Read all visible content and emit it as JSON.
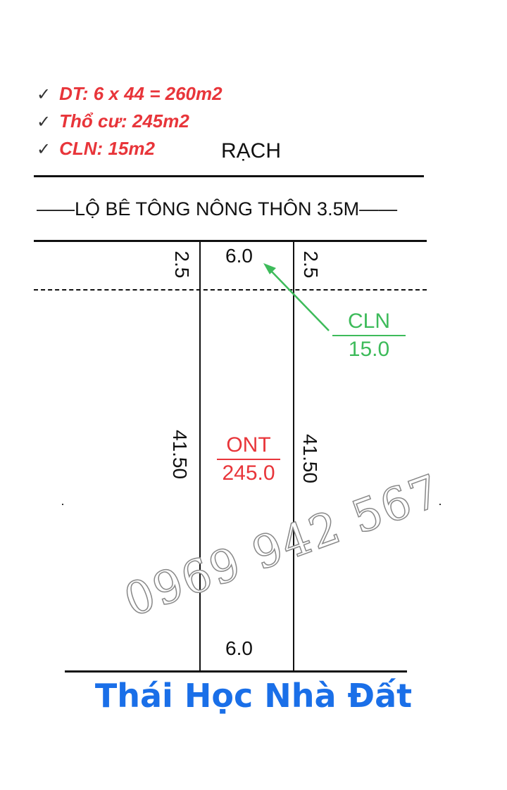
{
  "notes": [
    {
      "check": "✓",
      "text": "DT: 6 x 44 = 260m2"
    },
    {
      "check": "✓",
      "text": "Thổ cư: 245m2"
    },
    {
      "check": "✓",
      "text": "CLN: 15m2"
    }
  ],
  "labels": {
    "canal": "RẠCH",
    "road": "——LỘ BÊ TÔNG NÔNG THÔN 3.5M——",
    "front_width": "6.0",
    "back_width": "6.0",
    "left_setback": "2.5",
    "right_setback": "2.5",
    "left_depth": "41.50",
    "right_depth": "41.50"
  },
  "zones": {
    "cln": {
      "name": "CLN",
      "area": "15.0",
      "color": "#3dbb5a"
    },
    "ont": {
      "name": "ONT",
      "area": "245.0",
      "color": "#e8353a"
    }
  },
  "watermark": "0969 942 567",
  "brand": {
    "text": "Thái Học Nhà Đất",
    "color": "#1a6fe8"
  }
}
